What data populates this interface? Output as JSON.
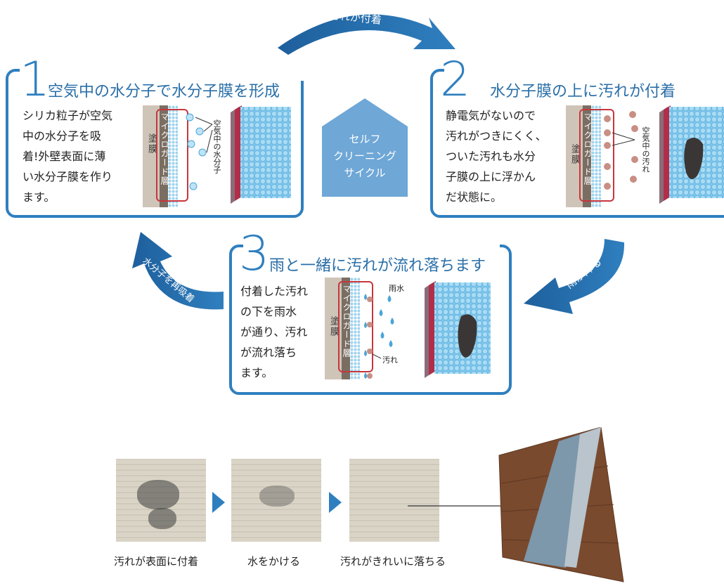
{
  "arrows": {
    "top": "汚れが付着",
    "right": "雨が降る",
    "left": "水分子を再吸着"
  },
  "center": {
    "line1": "セルフ",
    "line2": "クリーニング",
    "line3": "サイクル"
  },
  "steps": [
    {
      "number": "1",
      "title": "空気中の水分子で水分子膜を形成",
      "text": [
        "シリカ粒子が空気",
        "中の水分子を吸",
        "着!外壁表面に薄",
        "い水分子膜を作り",
        "ます。"
      ],
      "wall_label": "塗膜",
      "layer_label": "マイクロガード層",
      "note": "空気中の水分子"
    },
    {
      "number": "2",
      "title": "水分子膜の上に汚れが付着",
      "text": [
        "静電気がないので",
        "汚れがつきにくく、",
        "ついた汚れも水分",
        "子膜の上に浮かん",
        "だ状態に。"
      ],
      "wall_label": "塗膜",
      "layer_label": "マイクロガード層",
      "note": "空気中の汚れ"
    },
    {
      "number": "3",
      "title": "雨と一緒に汚れが流れ落ちます",
      "text": [
        "付着した汚れ",
        "の下を雨水",
        "が通り、汚れ",
        "が流れ落ち",
        "ます。"
      ],
      "wall_label": "塗膜",
      "layer_label": "マイクロガード層",
      "rain_label": "雨水",
      "dirt_label": "汚れ"
    }
  ],
  "photos": {
    "caption1": "汚れが表面に付着",
    "caption2": "水をかける",
    "caption3": "汚れがきれいに落ちる"
  },
  "colors": {
    "accent": "#2f7fbf",
    "center_bg": "#6fa7d6",
    "layer_outline": "#c8363c"
  }
}
